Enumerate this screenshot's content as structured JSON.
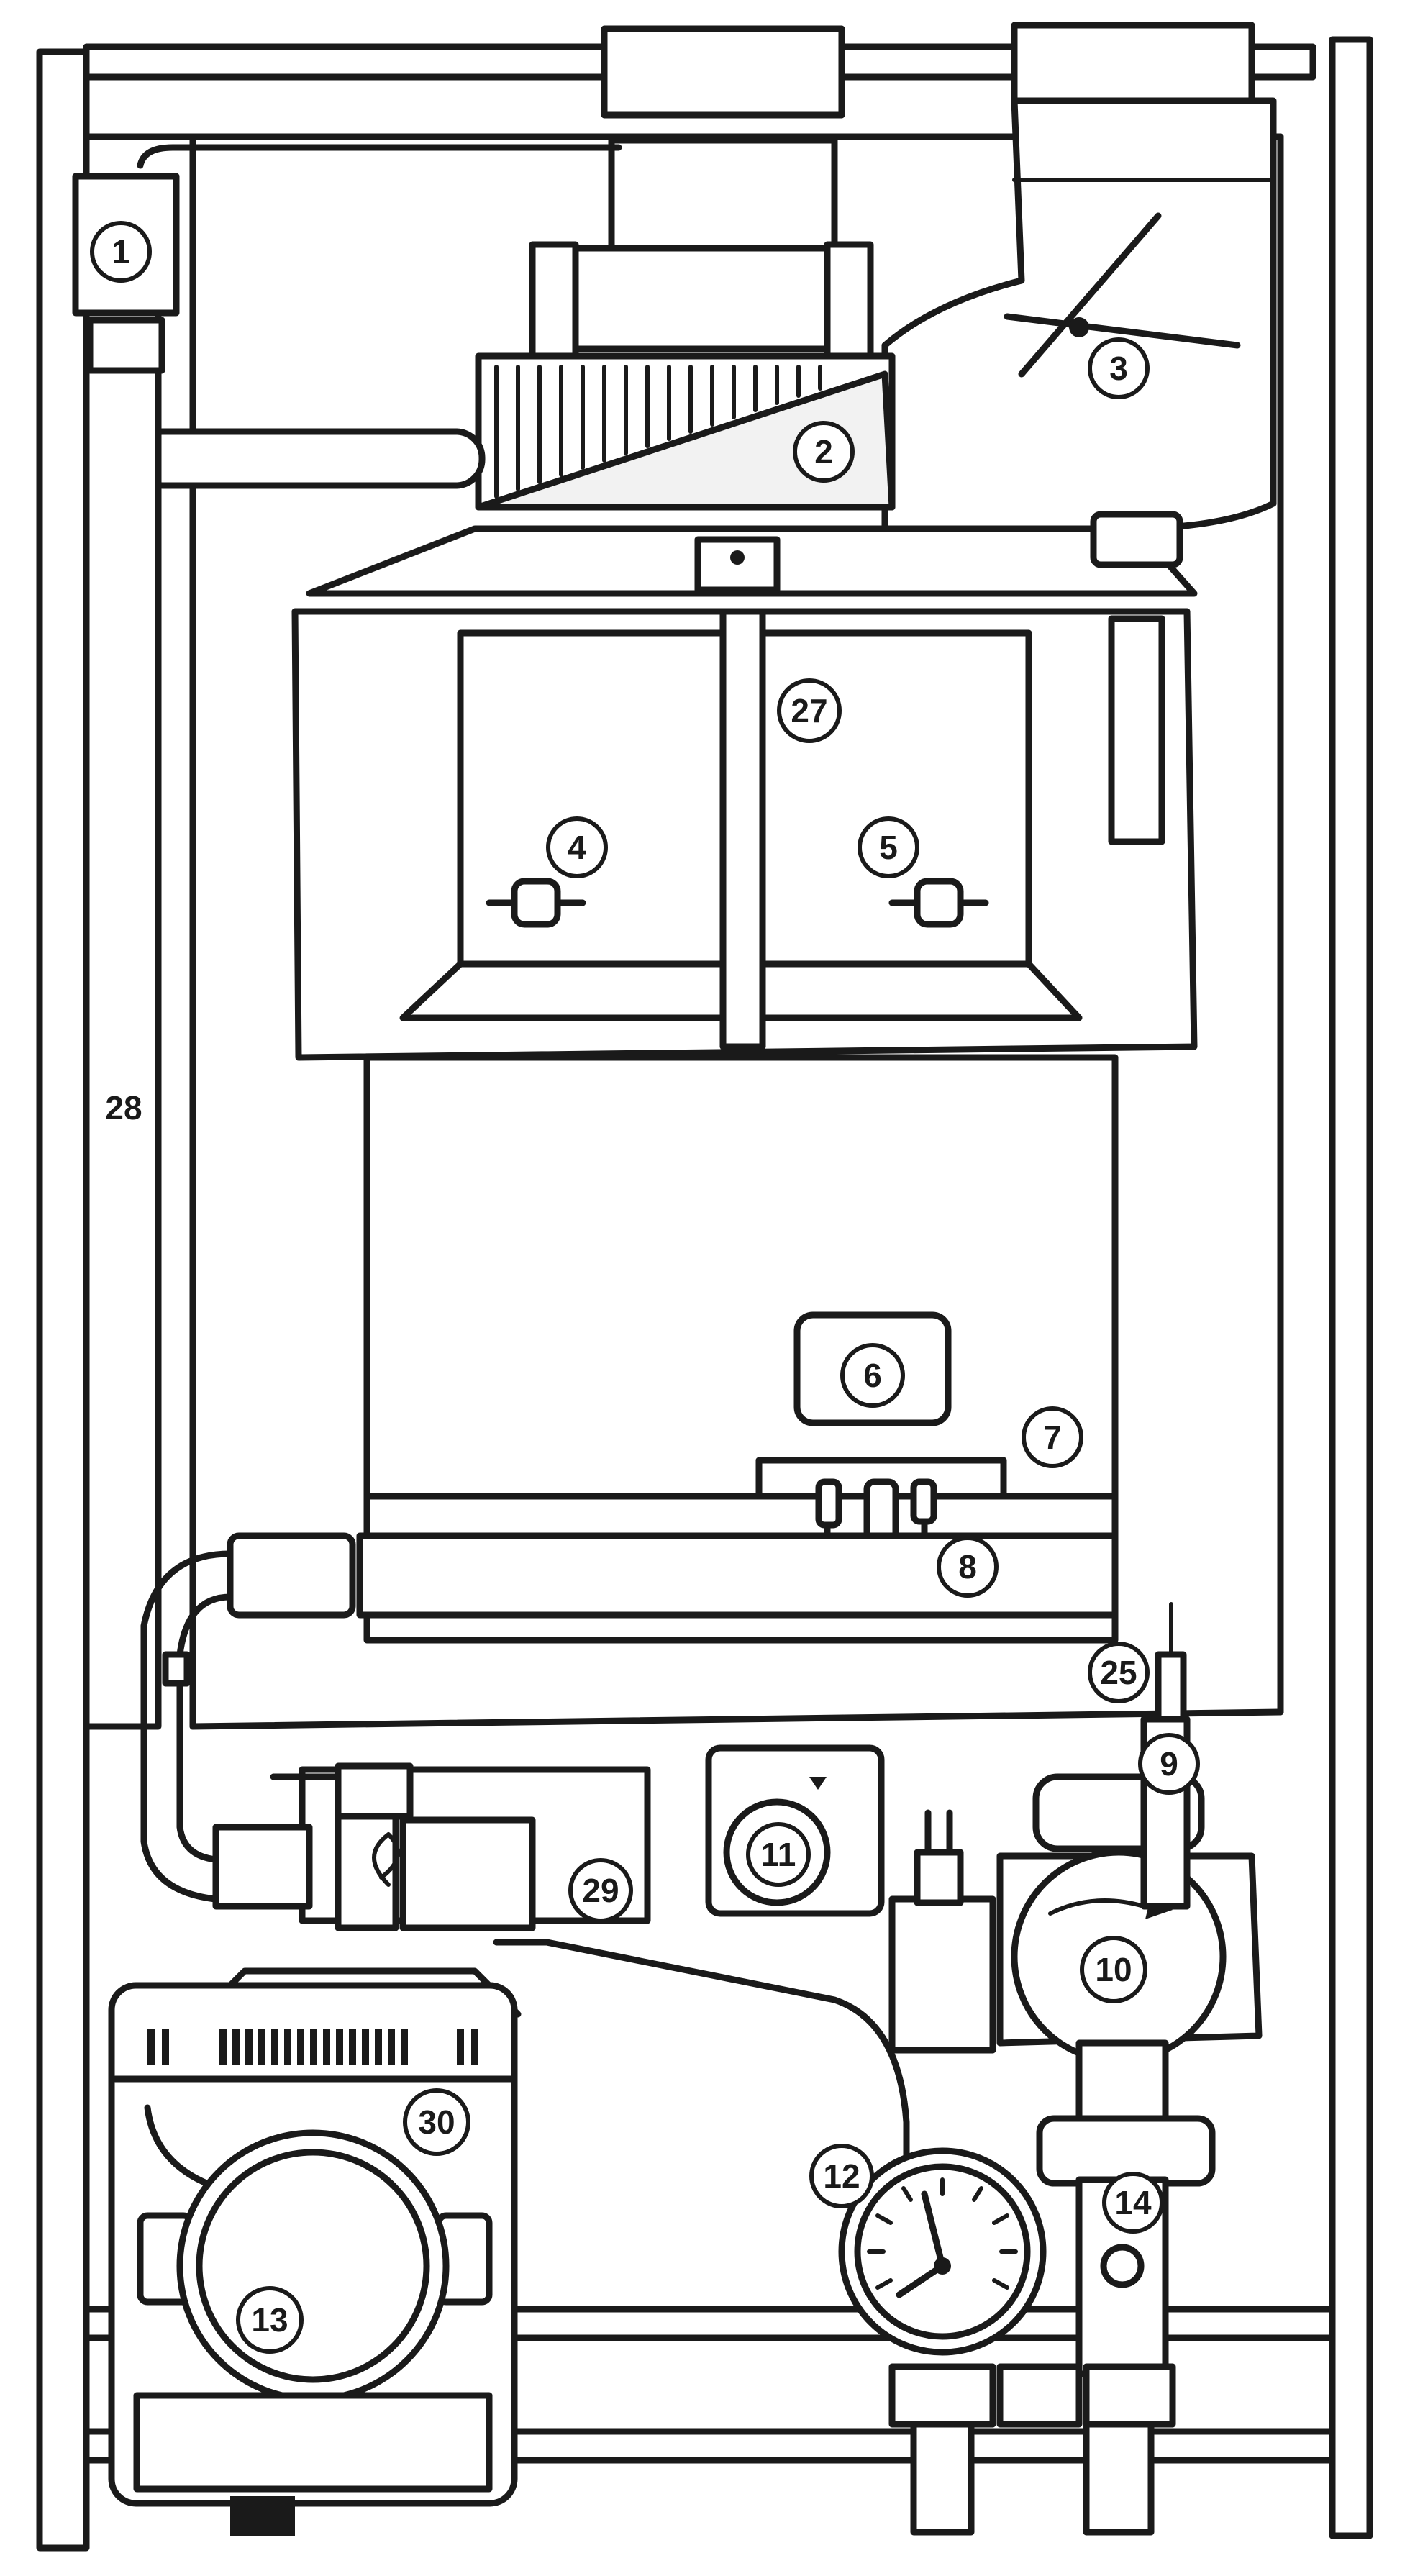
{
  "callouts": {
    "c1": "1",
    "c2": "2",
    "c3": "3",
    "c4": "4",
    "c5": "5",
    "c6": "6",
    "c7": "7",
    "c8": "8",
    "c9": "9",
    "c10": "10",
    "c11": "11",
    "c12": "12",
    "c13": "13",
    "c14": "14",
    "c25": "25",
    "c27": "27",
    "c29": "29",
    "c30": "30"
  },
  "plain_labels": {
    "l28": "28"
  },
  "colors": {
    "line": "#1a1a1a",
    "fill": "#ffffff",
    "shade": "#f2f2f2"
  }
}
